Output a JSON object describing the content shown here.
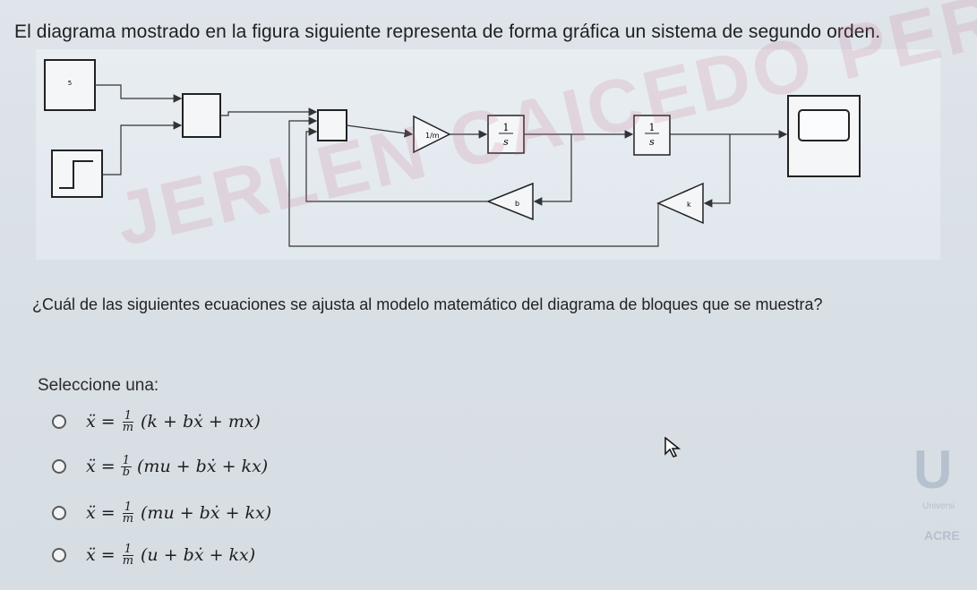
{
  "question": "El diagrama mostrado en la figura siguiente representa de forma gráfica un sistema de segundo orden.",
  "diagram": {
    "constant_value": "5",
    "gain_mass": "1/m",
    "integrator_num": "1",
    "integrator_den": "s",
    "gain_b": "b",
    "gain_k": "k"
  },
  "sub_question": "¿Cuál de las siguientes ecuaciones se ajusta al modelo matemático del diagrama de bloques que se muestra?",
  "watermark": "JERLEN CAICEDO PERE",
  "select_label": "Seleccione una:",
  "options": [
    {
      "pre": "ẍ =",
      "num": "1",
      "den": "m",
      "post": "(k + bẋ + mx)"
    },
    {
      "pre": "ẍ =",
      "num": "1",
      "den": "b",
      "post": "(mu + bẋ + kx)"
    },
    {
      "pre": "ẍ =",
      "num": "1",
      "den": "m",
      "post": "(mu + bẋ + kx)"
    },
    {
      "pre": "ẍ =",
      "num": "1",
      "den": "m",
      "post": "(u + bẋ + kx)"
    }
  ],
  "logo": {
    "letter": "U",
    "line1": "Universi",
    "line2": "ACRE"
  }
}
